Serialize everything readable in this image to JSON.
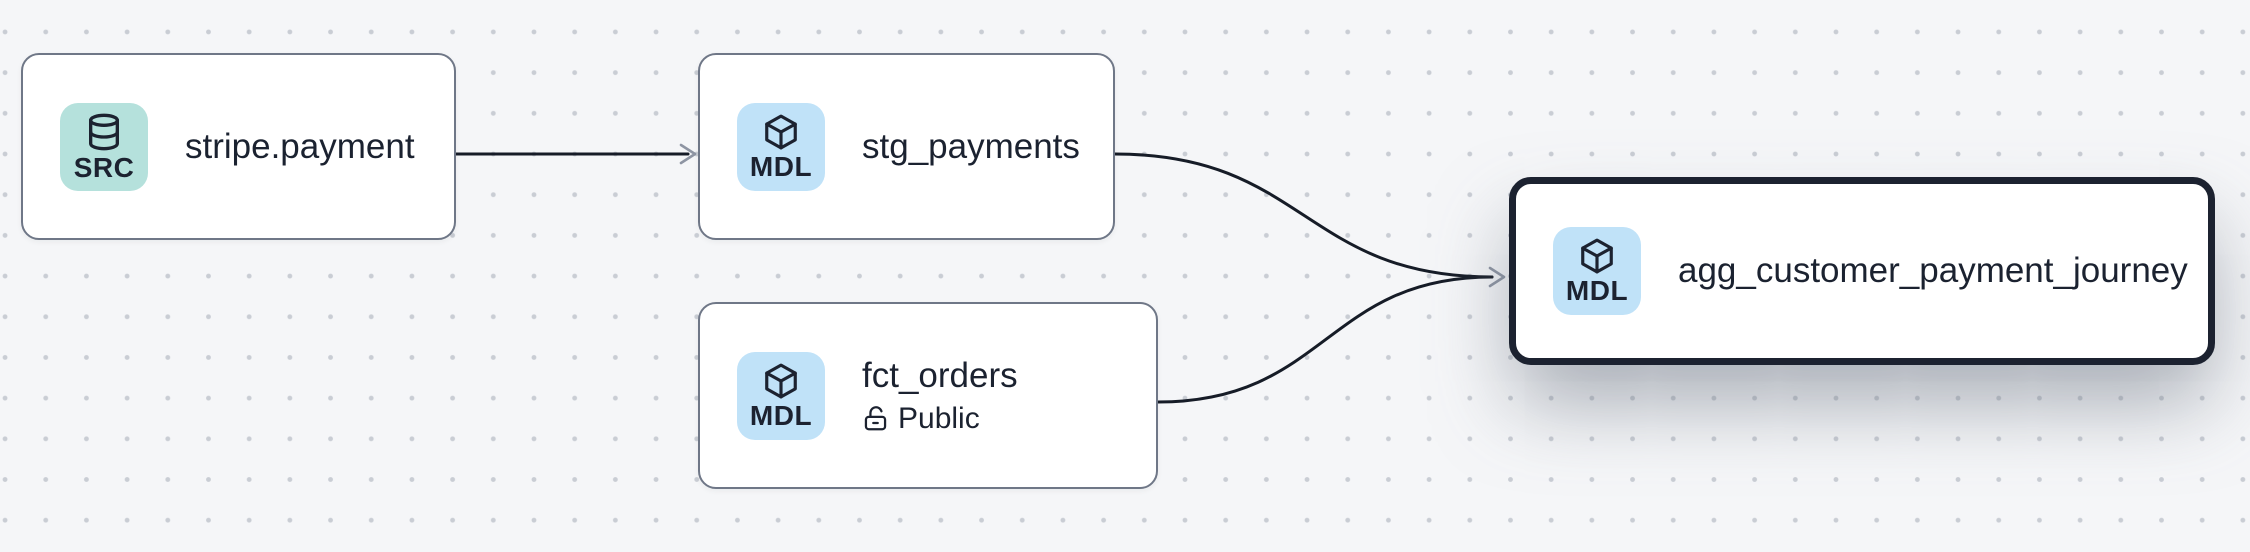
{
  "canvas": {
    "background_color": "#f5f6f8",
    "dot_color": "#c9cdd4",
    "edge_color": "#161c27",
    "arrowhead_color": "#8e95a3"
  },
  "nodes": [
    {
      "id": "stripe.payment",
      "title": "stripe.payment",
      "type": "source",
      "badge_label": "SRC",
      "badge_icon": "database-icon",
      "badge_color": "#b5e1dc",
      "selected": false
    },
    {
      "id": "stg_payments",
      "title": "stg_payments",
      "type": "model",
      "badge_label": "MDL",
      "badge_icon": "cube-icon",
      "badge_color": "#c0e2f8",
      "selected": false
    },
    {
      "id": "fct_orders",
      "title": "fct_orders",
      "type": "model",
      "badge_label": "MDL",
      "badge_icon": "cube-icon",
      "badge_color": "#c0e2f8",
      "access": "Public",
      "access_icon": "lock-open-icon",
      "selected": false
    },
    {
      "id": "agg_customer_payment_journey",
      "title": "agg_customer_payment_journey",
      "type": "model",
      "badge_label": "MDL",
      "badge_icon": "cube-icon",
      "badge_color": "#c0e2f8",
      "selected": true
    }
  ],
  "edges": [
    {
      "source": "stripe.payment",
      "target": "stg_payments"
    },
    {
      "source": "stg_payments",
      "target": "agg_customer_payment_journey"
    },
    {
      "source": "fct_orders",
      "target": "agg_customer_payment_journey"
    }
  ]
}
